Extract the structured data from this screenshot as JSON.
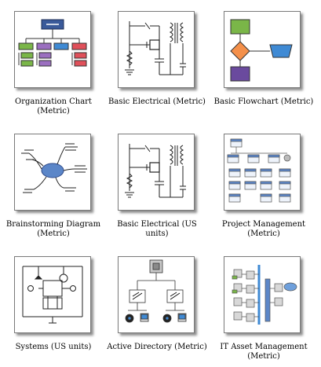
{
  "templates": [
    {
      "label": "Organization Chart (Metric)",
      "icon": "organization-chart-icon"
    },
    {
      "label": "Basic Electrical (Metric)",
      "icon": "basic-electrical-icon"
    },
    {
      "label": "Basic Flowchart (Metric)",
      "icon": "basic-flowchart-icon"
    },
    {
      "label": "Brainstorming Diagram (Metric)",
      "icon": "brainstorming-diagram-icon"
    },
    {
      "label": "Basic Electrical (US units)",
      "icon": "basic-electrical-icon"
    },
    {
      "label": "Project Management (Metric)",
      "icon": "project-management-icon"
    },
    {
      "label": "Systems (US units)",
      "icon": "systems-diagram-icon"
    },
    {
      "label": "Active Directory (Metric)",
      "icon": "active-directory-icon"
    },
    {
      "label": "IT Asset Management (Metric)",
      "icon": "it-asset-management-icon"
    }
  ],
  "colors": {
    "navy": "#2e4a8a",
    "green": "#7ab648",
    "purple": "#9b6fc0",
    "blue": "#3f8ad4",
    "red": "#e0505a",
    "orange": "#f4904a",
    "oval": "#5b86c8",
    "flow_purple": "#6a4a9e"
  }
}
